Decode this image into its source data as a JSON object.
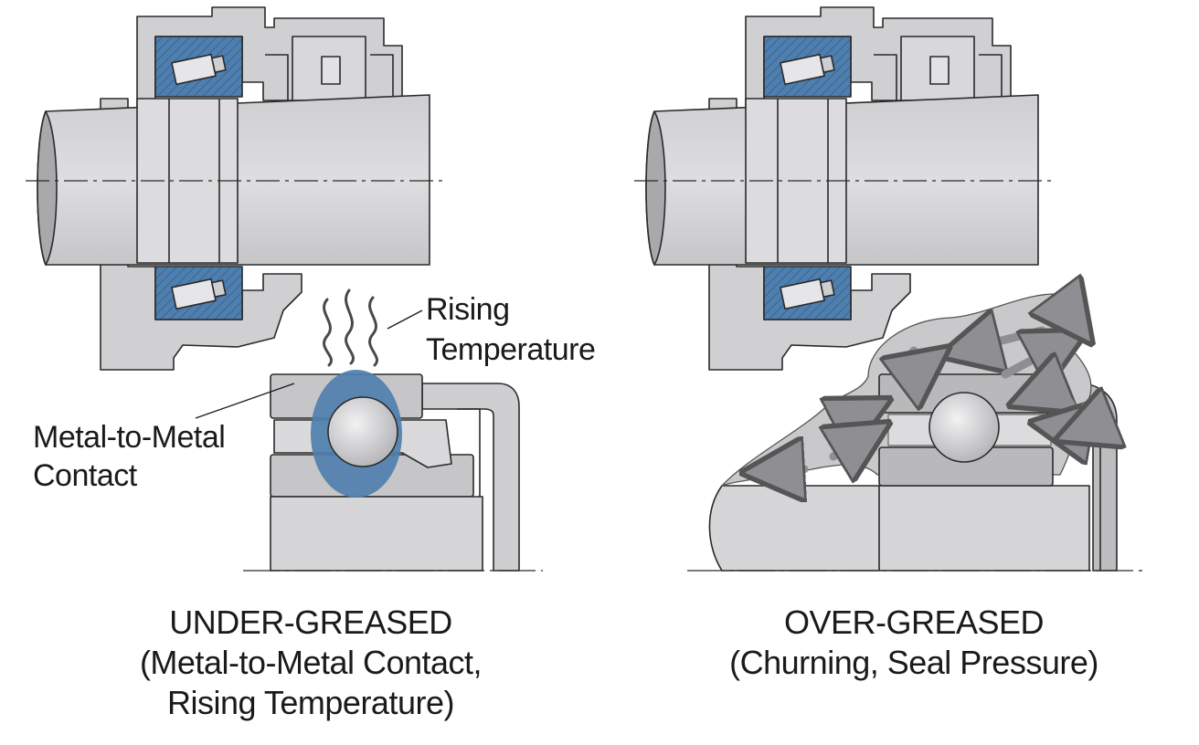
{
  "labels": {
    "rising": [
      "Rising",
      "Temperature"
    ],
    "contact": [
      "Metal-to-Metal",
      "Contact"
    ]
  },
  "captions": {
    "left": [
      "UNDER-GREASED",
      "(Metal-to-Metal Contact,",
      "Rising Temperature)"
    ],
    "right": [
      "OVER-GREASED",
      "(Churning, Seal Pressure)"
    ]
  },
  "colors": {
    "metal": "#d4d4d6",
    "metal_dark": "#b9b9bc",
    "grease": "#4f7fae",
    "outline": "#2a2a2a",
    "grease_flow": "#c4c4c6",
    "arrow": "#9c9ca0"
  }
}
